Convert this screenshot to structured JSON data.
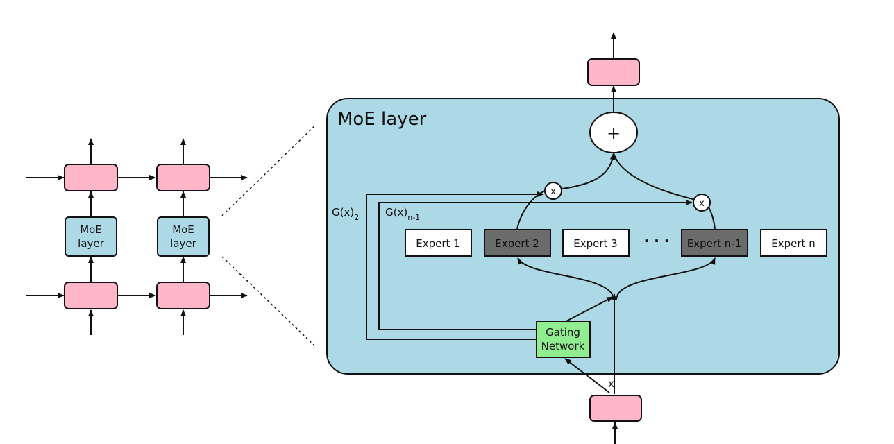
{
  "colors": {
    "pink": "#ffb6c8",
    "blue": "#add8e6",
    "green": "#90ee90",
    "dark_expert": "#6b6b6b",
    "stroke": "#111111"
  },
  "left_stack": {
    "moe_label_line1": "MoE",
    "moe_label_line2": "layer"
  },
  "moe_layer": {
    "title": "MoE layer",
    "plus_symbol": "+",
    "times_symbol": "x",
    "gate_label_2_base": "G(x)",
    "gate_label_2_sub": "2",
    "gate_label_n1_base": "G(x)",
    "gate_label_n1_sub": "n-1",
    "gating_line1": "Gating",
    "gating_line2": "Network",
    "input_label": "x",
    "ellipsis": "· · ·",
    "experts": [
      "Expert 1",
      "Expert 2",
      "Expert 3",
      "Expert n-1",
      "Expert n"
    ]
  }
}
